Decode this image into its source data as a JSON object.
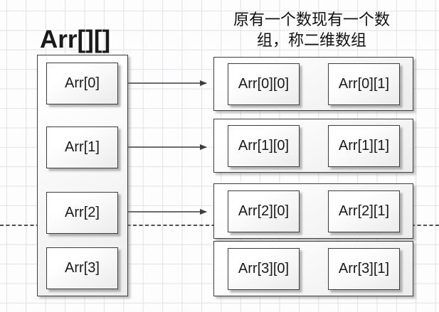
{
  "diagram": {
    "title": "Arr[][]",
    "annotation": {
      "line1": "原有一个数现有一个数",
      "line2": "组，称二维数组"
    },
    "pointer_array": {
      "cells": [
        "Arr[0]",
        "Arr[1]",
        "Arr[2]",
        "Arr[3]"
      ]
    },
    "rows": [
      {
        "cells": [
          "Arr[0][0]",
          "Arr[0][1]"
        ]
      },
      {
        "cells": [
          "Arr[1][0]",
          "Arr[1][1]"
        ]
      },
      {
        "cells": [
          "Arr[2][0]",
          "Arr[2][1]"
        ]
      },
      {
        "cells": [
          "Arr[3][0]",
          "Arr[3][1]"
        ]
      }
    ],
    "colors": {
      "shape_border": "#3d3d3d",
      "shape_fill_top": "#ffffff",
      "shape_fill_bottom": "#ebebeb",
      "grid_line": "#e2e2e7",
      "background": "#fdfdfd",
      "text": "#1a1a1a"
    }
  }
}
